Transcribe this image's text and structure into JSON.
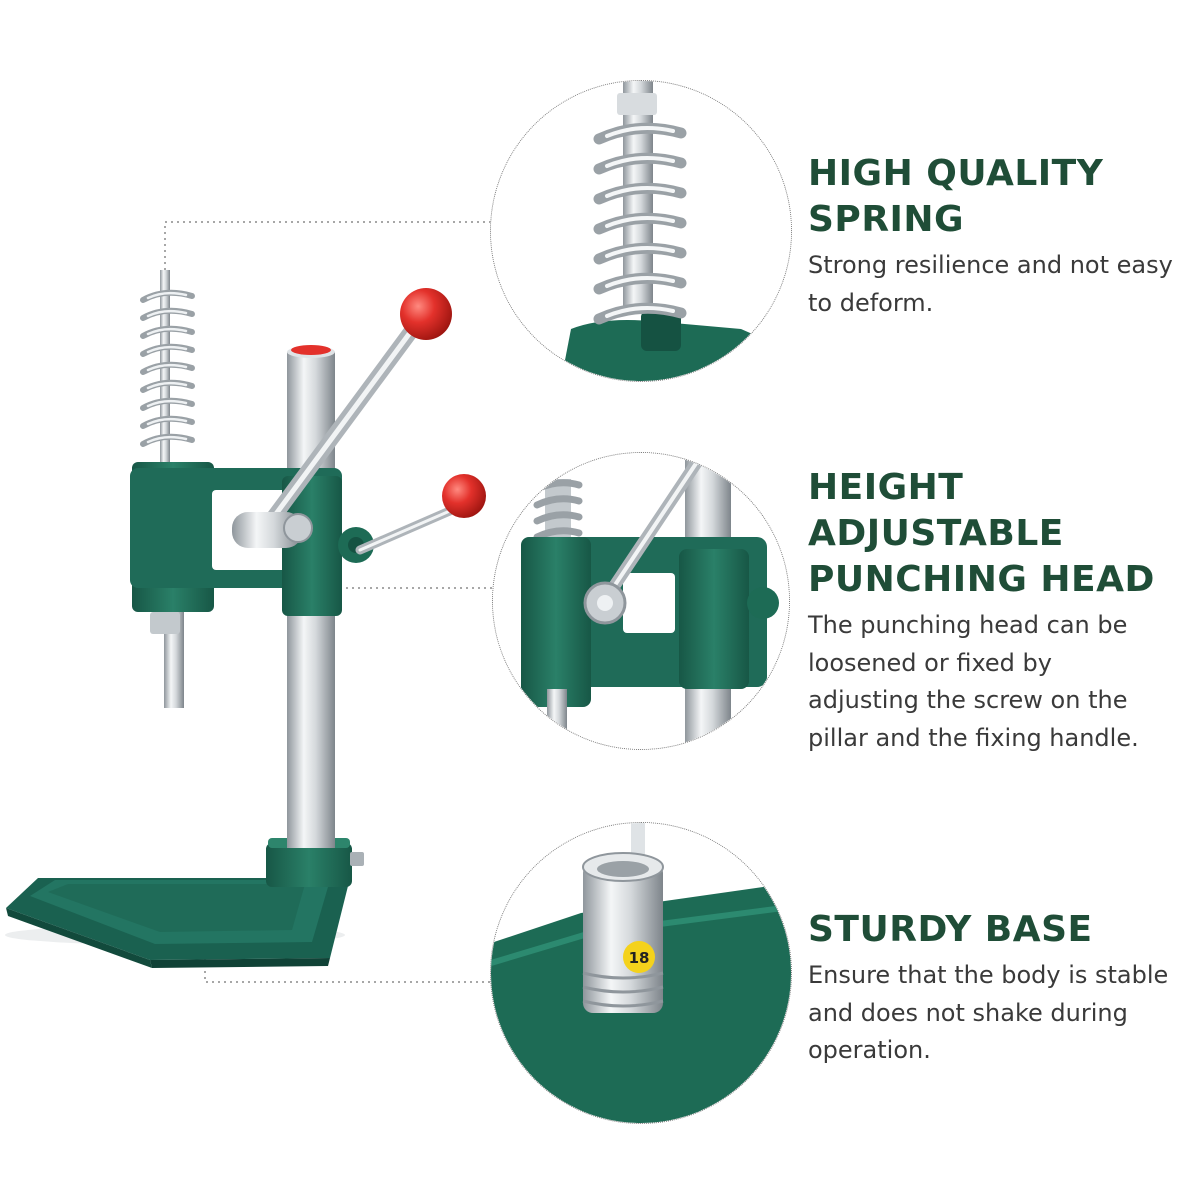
{
  "colors": {
    "title": "#1f4d37",
    "body_text": "#3a3a3a",
    "machine_green": "#1d6b55",
    "knob_red": "#e3312b",
    "steel": "#c9ced2"
  },
  "features": [
    {
      "title_lines": [
        "HIGH QUALITY",
        "SPRING"
      ],
      "desc_lines": [
        "Strong resilience and not easy",
        "to deform."
      ]
    },
    {
      "title_lines": [
        "HEIGHT",
        "ADJUSTABLE",
        "PUNCHING HEAD"
      ],
      "desc_lines": [
        "The punching head can be",
        "loosened or fixed by",
        "adjusting the screw on the",
        "pillar and the fixing handle."
      ]
    },
    {
      "title_lines": [
        "STURDY BASE"
      ],
      "desc_lines": [
        "Ensure that the body is stable",
        "and does not shake during",
        "operation."
      ]
    }
  ],
  "badge": {
    "text": "18"
  }
}
